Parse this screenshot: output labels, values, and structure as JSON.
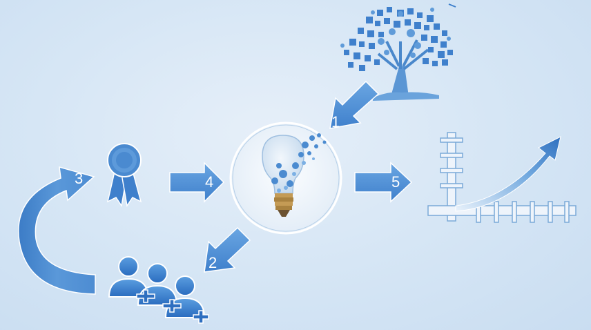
{
  "diagram": {
    "steps": [
      {
        "number": "1"
      },
      {
        "number": "2"
      },
      {
        "number": "3"
      },
      {
        "number": "4"
      },
      {
        "number": "5"
      }
    ],
    "icons": {
      "tree": "network-tree-icon",
      "bulb": "lightbulb-gears-icon",
      "award": "award-ribbon-icon",
      "people": "people-group-icon",
      "growth": "growth-chart-icon"
    },
    "colors": {
      "arrow": "#4f8fd4",
      "icon": "#3d7fcf",
      "background": "#d6e6f5"
    }
  }
}
